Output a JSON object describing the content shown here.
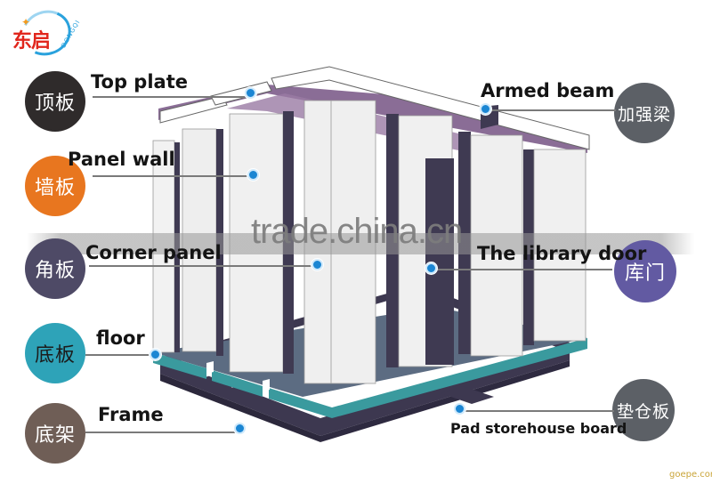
{
  "logo": {
    "brand_cn": "东启",
    "brand_en": "DONGQI",
    "star": "✦",
    "colors": {
      "text": "#e1261c",
      "ring": "#2aa2dd",
      "star": "#f39a1e"
    }
  },
  "parts": [
    {
      "key": "top_plate",
      "cn": "顶板",
      "en": "Top plate",
      "circle_color": "#2f2b2b"
    },
    {
      "key": "panel_wall",
      "cn": "墙板",
      "en": "Panel wall",
      "circle_color": "#e8761f"
    },
    {
      "key": "corner_panel",
      "cn": "角板",
      "en": "Corner panel",
      "circle_color": "#4e4a66"
    },
    {
      "key": "floor",
      "cn": "底板",
      "en": "floor",
      "circle_color": "#2ea3b8"
    },
    {
      "key": "frame",
      "cn": "底架",
      "en": "Frame",
      "circle_color": "#6f5e56"
    },
    {
      "key": "armed_beam",
      "cn": "加强梁",
      "en": "Armed beam",
      "circle_color": "#5c6066"
    },
    {
      "key": "library_door",
      "cn": "库门",
      "en": "The library door",
      "circle_color": "#625aa2"
    },
    {
      "key": "pad_storehouse_board",
      "cn": "垫仓板",
      "en": "Pad storehouse board",
      "circle_color": "#5c6066"
    }
  ],
  "watermark": {
    "text": "trade.china.cn"
  },
  "credit": {
    "text": "goepe.com"
  },
  "diagram_colors": {
    "roof_top": "#ffffff",
    "roof_under": "#8a6d96",
    "panel": "#eeeeee",
    "post": "#3f3a52",
    "floor_top": "#5c6c82",
    "floor_edge": "#3a9a9e",
    "frame": "#3d3850",
    "dot": "#1b86d3"
  }
}
